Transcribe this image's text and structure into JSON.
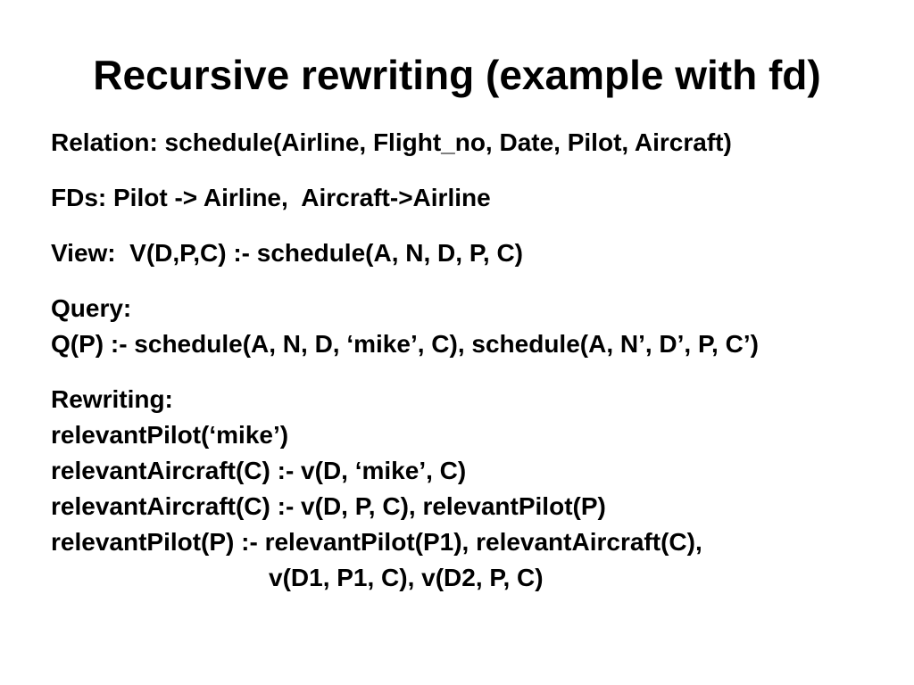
{
  "slide": {
    "background_color": "#ffffff",
    "text_color": "#000000",
    "title": "Recursive rewriting (example with fd)",
    "body": {
      "relation_line": "Relation: schedule(Airline, Flight_no, Date, Pilot, Aircraft)",
      "fds_line": "FDs: Pilot -> Airline,  Aircraft->Airline",
      "view_line": "View:  V(D,P,C) :- schedule(A, N, D, P, C)",
      "query_label": "Query:",
      "query_line": "Q(P) :- schedule(A, N, D, ‘mike’, C), schedule(A, N’, D’, P, C’)",
      "rewriting_label": "Rewriting:",
      "rewriting_lines": [
        "relevantPilot(‘mike’)",
        "relevantAircraft(C) :- v(D, ‘mike’, C)",
        "relevantAircraft(C) :- v(D, P, C), relevantPilot(P)",
        "relevantPilot(P) :- relevantPilot(P1), relevantAircraft(C),"
      ],
      "rewriting_continuation": "v(D1, P1, C), v(D2, P, C)"
    }
  }
}
